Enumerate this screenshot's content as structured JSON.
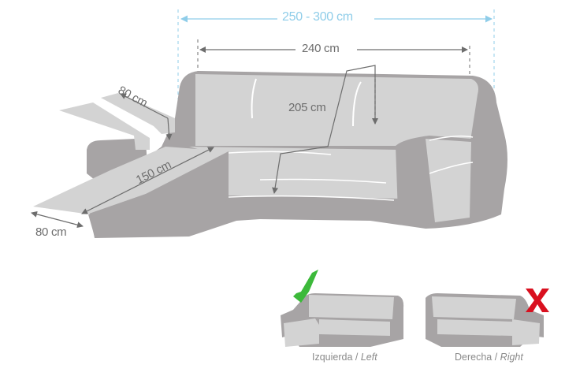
{
  "diagram": {
    "type": "chaise longue sofa cover size guide",
    "colors": {
      "sofa_body": "#a7a4a5",
      "cover_fabric": "#d3d3d3",
      "dimension_line": "#6d6d6d",
      "range_line": "#8fcde9",
      "check": "#3cb93a",
      "cross": "#d9101f"
    },
    "dimensions": {
      "total_width": "250 - 300 cm",
      "cover_width": "240 cm",
      "back_seat_depth": "205 cm",
      "arm_width": "80 cm",
      "chaise_length": "150 cm",
      "chaise_width": "80 cm"
    },
    "orientation": {
      "left": {
        "label_es": "Izquierda",
        "label_en": "Left",
        "icon": "check-icon",
        "status": "valid"
      },
      "right": {
        "label_es": "Derecha",
        "label_en": "Right",
        "icon": "cross-icon",
        "status": "invalid"
      },
      "separator": " / "
    }
  }
}
